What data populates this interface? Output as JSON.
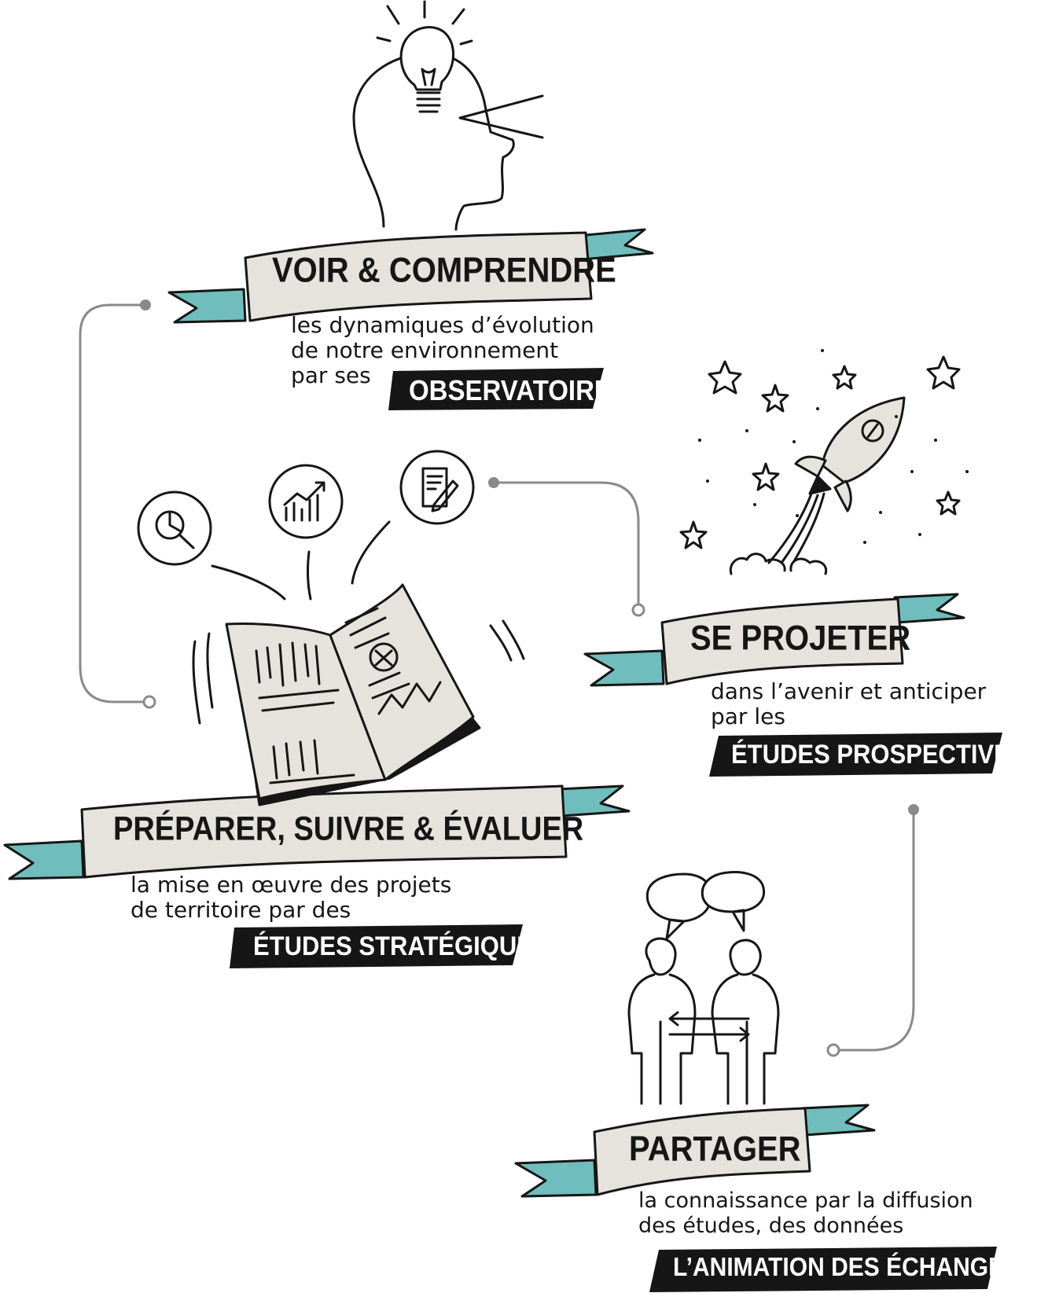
{
  "colors": {
    "ink": "#161616",
    "ribbon_fill": "#e5e3dc",
    "teal": "#6fbebd",
    "connector": "#8a8a8a"
  },
  "icons": [
    "lightbulb-head-icon",
    "rocket-icon",
    "book-icon",
    "search-chart-icon",
    "growth-chart-icon",
    "document-pen-icon",
    "dialogue-people-icon"
  ],
  "blocks": {
    "voir": {
      "title": "VOIR & COMPRENDRE",
      "lines": [
        "les dynamiques d’évolution",
        "de notre environnement",
        "par ses"
      ],
      "tag": "OBSERVATOIRES"
    },
    "projeter": {
      "title": "SE PROJETER",
      "lines": [
        "dans l’avenir et anticiper",
        "par les"
      ],
      "tag": "ÉTUDES PROSPECTIVES"
    },
    "preparer": {
      "title": "PRÉPARER, SUIVRE & ÉVALUER",
      "lines": [
        "la mise en œuvre des projets",
        "de territoire par des"
      ],
      "tag": "ÉTUDES STRATÉGIQUES"
    },
    "partager": {
      "title": "PARTAGER",
      "lines": [
        "la connaissance par la diffusion",
        "des études, des données"
      ],
      "tag": "L’ANIMATION DES ÉCHANGES"
    }
  }
}
